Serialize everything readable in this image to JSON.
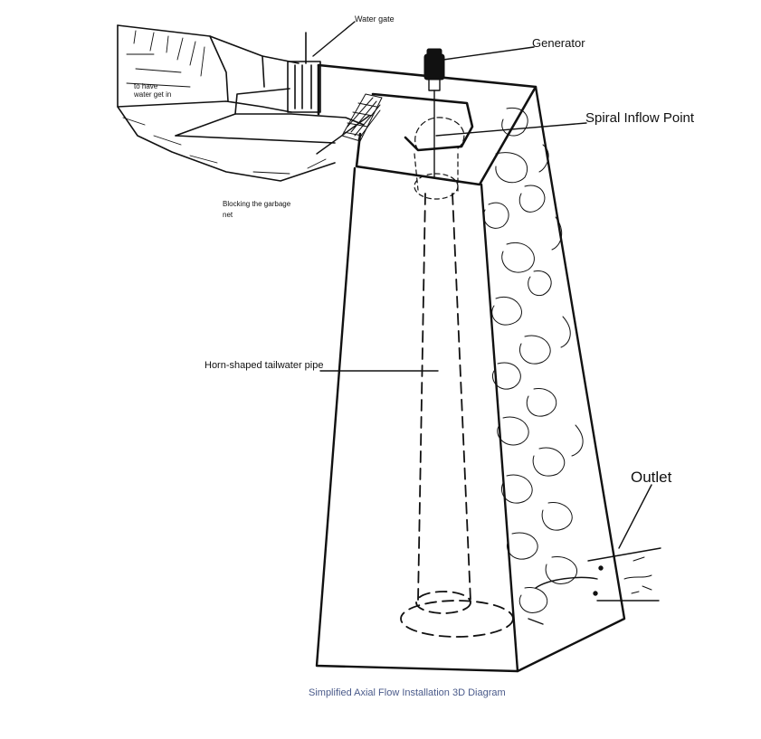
{
  "labels": {
    "water_gate": "Water gate",
    "generator": "Generator",
    "spiral_inflow": "Spiral Inflow Point",
    "to_have_line1": "to have",
    "to_have_line2": "water get in",
    "blocking_line1": "Blocking the garbage",
    "blocking_line2": "net",
    "horn_pipe": "Horn-shaped tailwater pipe",
    "outlet": "Outlet"
  },
  "caption": "Simplified Axial Flow Installation 3D Diagram",
  "colors": {
    "ink": "#111111",
    "caption": "#4a5a8a"
  }
}
